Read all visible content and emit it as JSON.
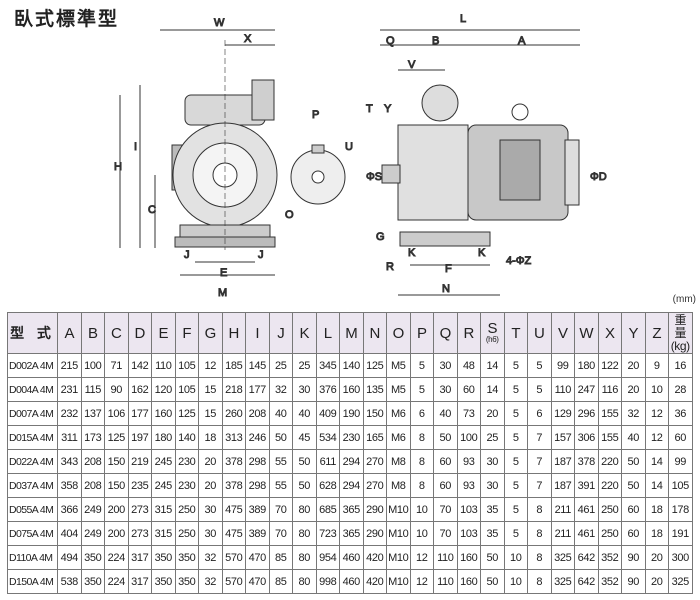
{
  "title": "臥式標準型",
  "unit": "(mm)",
  "drawing_labels": {
    "W": "W",
    "X": "X",
    "H": "H",
    "I": "I",
    "C": "C",
    "J": "J",
    "E": "E",
    "M": "M",
    "P": "P",
    "U": "U",
    "O": "O",
    "L": "L",
    "Q": "Q",
    "B": "B",
    "A": "A",
    "V": "V",
    "T": "T",
    "Y": "Y",
    "S": "ΦS",
    "D": "ΦD",
    "G": "G",
    "R": "R",
    "K": "K",
    "F": "F",
    "N": "N",
    "Z": "4-ΦZ"
  },
  "table": {
    "model_header": "型 式",
    "columns": [
      "A",
      "B",
      "C",
      "D",
      "E",
      "F",
      "G",
      "H",
      "I",
      "J",
      "K",
      "L",
      "M",
      "N",
      "O",
      "P",
      "Q",
      "R",
      "S",
      "T",
      "U",
      "V",
      "W",
      "X",
      "Y",
      "Z"
    ],
    "s_sub": "(h6)",
    "weight_header": "重量",
    "weight_sub": "(kg)",
    "rows": [
      [
        "D002A 4M",
        "215",
        "100",
        "71",
        "142",
        "110",
        "105",
        "12",
        "185",
        "145",
        "25",
        "25",
        "345",
        "140",
        "125",
        "M5",
        "5",
        "30",
        "48",
        "14",
        "5",
        "5",
        "99",
        "180",
        "122",
        "20",
        "9",
        "16"
      ],
      [
        "D004A 4M",
        "231",
        "115",
        "90",
        "162",
        "120",
        "105",
        "15",
        "218",
        "177",
        "32",
        "30",
        "376",
        "160",
        "135",
        "M5",
        "5",
        "30",
        "60",
        "14",
        "5",
        "5",
        "110",
        "247",
        "116",
        "20",
        "10",
        "28"
      ],
      [
        "D007A 4M",
        "232",
        "137",
        "106",
        "177",
        "160",
        "125",
        "15",
        "260",
        "208",
        "40",
        "40",
        "409",
        "190",
        "150",
        "M6",
        "6",
        "40",
        "73",
        "20",
        "5",
        "6",
        "129",
        "296",
        "155",
        "32",
        "12",
        "36"
      ],
      [
        "D015A 4M",
        "311",
        "173",
        "125",
        "197",
        "180",
        "140",
        "18",
        "313",
        "246",
        "50",
        "45",
        "534",
        "230",
        "165",
        "M6",
        "8",
        "50",
        "100",
        "25",
        "5",
        "7",
        "157",
        "306",
        "155",
        "40",
        "12",
        "60"
      ],
      [
        "D022A 4M",
        "343",
        "208",
        "150",
        "219",
        "245",
        "230",
        "20",
        "378",
        "298",
        "55",
        "50",
        "611",
        "294",
        "270",
        "M8",
        "8",
        "60",
        "93",
        "30",
        "5",
        "7",
        "187",
        "378",
        "220",
        "50",
        "14",
        "99"
      ],
      [
        "D037A 4M",
        "358",
        "208",
        "150",
        "235",
        "245",
        "230",
        "20",
        "378",
        "298",
        "55",
        "50",
        "628",
        "294",
        "270",
        "M8",
        "8",
        "60",
        "93",
        "30",
        "5",
        "7",
        "187",
        "391",
        "220",
        "50",
        "14",
        "105"
      ],
      [
        "D055A 4M",
        "366",
        "249",
        "200",
        "273",
        "315",
        "250",
        "30",
        "475",
        "389",
        "70",
        "80",
        "685",
        "365",
        "290",
        "M10",
        "10",
        "70",
        "103",
        "35",
        "5",
        "8",
        "211",
        "461",
        "250",
        "60",
        "18",
        "178"
      ],
      [
        "D075A 4M",
        "404",
        "249",
        "200",
        "273",
        "315",
        "250",
        "30",
        "475",
        "389",
        "70",
        "80",
        "723",
        "365",
        "290",
        "M10",
        "10",
        "70",
        "103",
        "35",
        "5",
        "8",
        "211",
        "461",
        "250",
        "60",
        "18",
        "191"
      ],
      [
        "D110A 4M",
        "494",
        "350",
        "224",
        "317",
        "350",
        "350",
        "32",
        "570",
        "470",
        "85",
        "80",
        "954",
        "460",
        "420",
        "M10",
        "12",
        "110",
        "160",
        "50",
        "10",
        "8",
        "325",
        "642",
        "352",
        "90",
        "20",
        "300"
      ],
      [
        "D150A 4M",
        "538",
        "350",
        "224",
        "317",
        "350",
        "350",
        "32",
        "570",
        "470",
        "85",
        "80",
        "998",
        "460",
        "420",
        "M10",
        "12",
        "110",
        "160",
        "50",
        "10",
        "8",
        "325",
        "642",
        "352",
        "90",
        "20",
        "325"
      ]
    ]
  }
}
